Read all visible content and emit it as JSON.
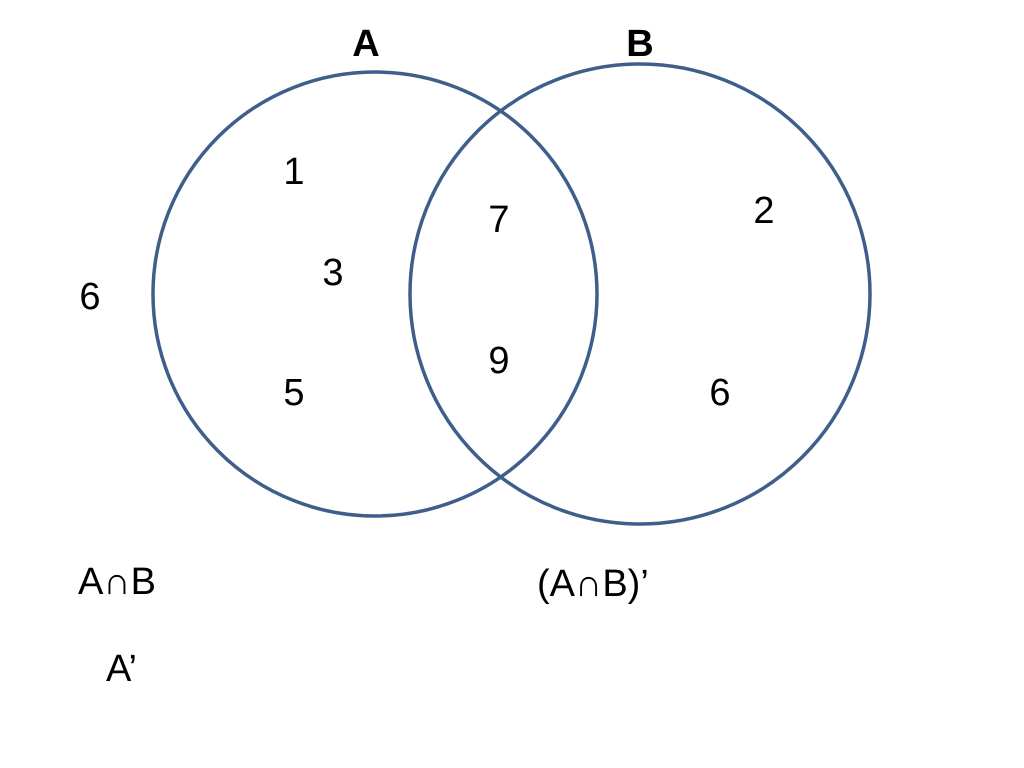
{
  "diagram": {
    "colors": {
      "circle_stroke": "#3e5f8a",
      "text": "#000000",
      "background": "#ffffff"
    },
    "sets": [
      {
        "label": "A"
      },
      {
        "label": "B"
      }
    ],
    "regions": {
      "only_a": [
        "1",
        "3",
        "5"
      ],
      "a_and_b": [
        "7",
        "9"
      ],
      "only_b": [
        "2",
        "6"
      ],
      "outside": [
        "6"
      ]
    },
    "expressions": [
      "A∩B",
      "A’",
      "(A∩B)’"
    ]
  }
}
